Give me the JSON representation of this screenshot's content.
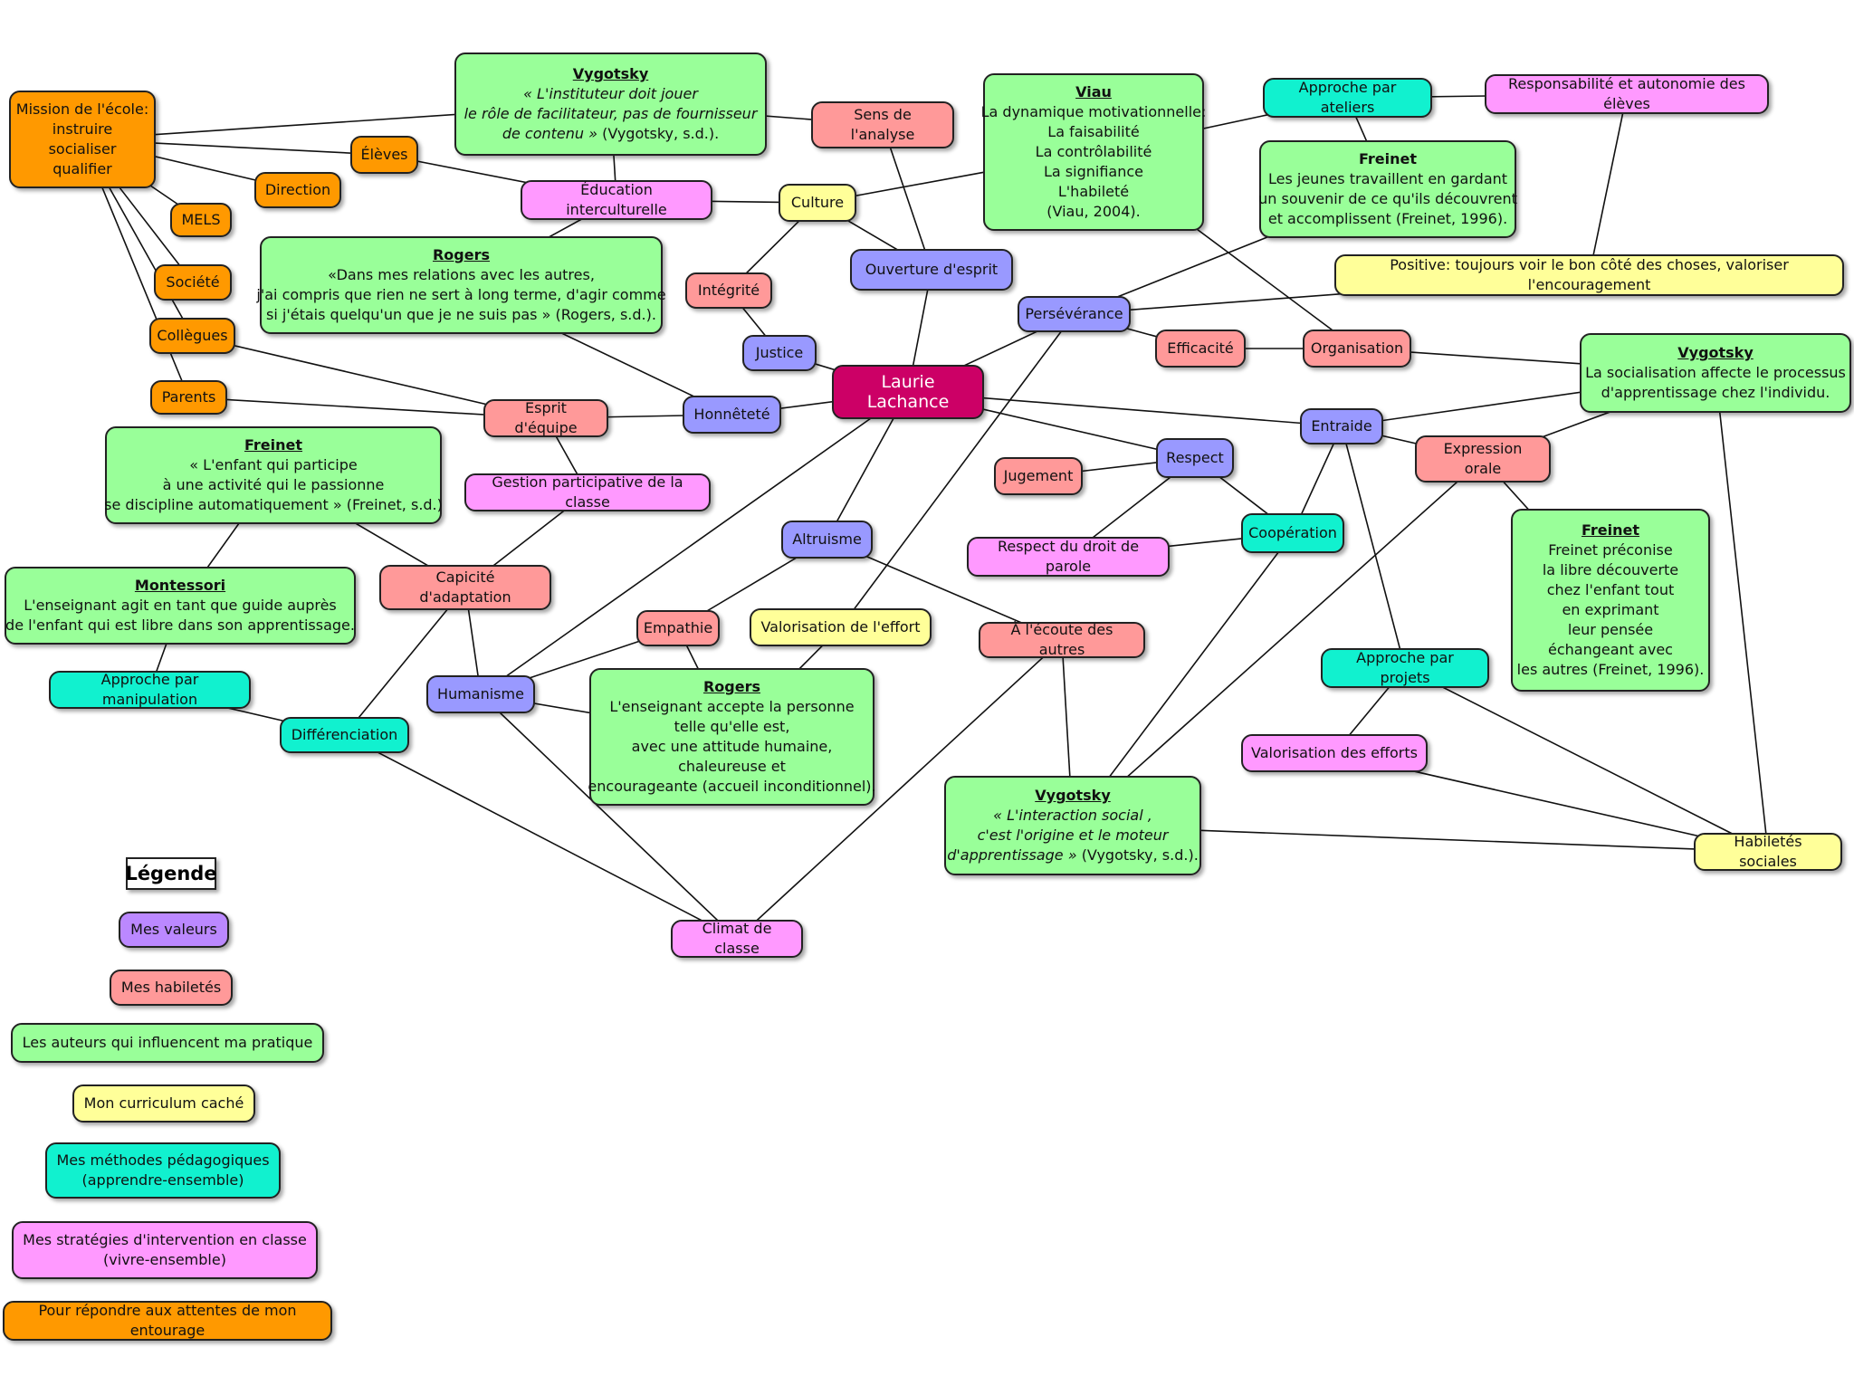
{
  "center": "Laurie Lachance",
  "nodes": {
    "mission": [
      "Mission de l'école:",
      "instruire",
      "socialiser",
      "qualifier"
    ],
    "vygotsky1": {
      "title": "Vygotsky",
      "lines": [
        "« L'instituteur doit jouer",
        "le rôle de facilitateur, pas de fournisseur",
        "de contenu »",
        "(Vygotsky, s.d.)."
      ]
    },
    "eleves": "Élèves",
    "direction": "Direction",
    "mels": "MELS",
    "societe": "Société",
    "collegues": "Collègues",
    "parents": "Parents",
    "sens_analyse": "Sens de l'analyse",
    "education_interculturelle": "Éducation interculturelle",
    "culture": "Culture",
    "ouverture": "Ouverture d'esprit",
    "viau": {
      "title": "Viau",
      "lines": [
        "La dynamique motivationnelle:",
        "La faisabilité",
        "La contrôlabilité",
        "La signifiance",
        "L'habileté",
        "(Viau, 2004)."
      ]
    },
    "ateliers": "Approche par ateliers",
    "responsabilite": "Responsabilité et autonomie des élèves",
    "freinet1": {
      "title": "Freinet",
      "lines": [
        "Les jeunes travaillent en gardant",
        "un souvenir de ce qu'ils découvrent",
        "et accomplissent (Freinet, 1996)."
      ]
    },
    "positive": "Positive: toujours voir le bon côté des choses, valoriser l'encouragement",
    "rogers1": {
      "title": "Rogers",
      "lines": [
        "«Dans mes relations avec les autres,",
        "j'ai compris que rien ne sert à long terme, d'agir comme",
        "si j'étais quelqu'un que je ne suis pas » (Rogers, s.d.)."
      ]
    },
    "integrite": "Intégrité",
    "justice": "Justice",
    "perseverance": "Persévérance",
    "efficacite": "Efficacité",
    "organisation": "Organisation",
    "vygotsky2": {
      "title": "Vygotsky",
      "lines": [
        "La socialisation affecte le processus",
        "d'apprentissage chez l'individu."
      ]
    },
    "esprit_equipe": "Esprit d'équipe",
    "honnetete": "Honnêteté",
    "entraide": "Entraide",
    "freinet2": {
      "title": "Freinet",
      "lines": [
        "« L'enfant qui participe",
        "à une activité qui le passionne",
        "se discipline automatiquement » (Freinet, s.d.)"
      ]
    },
    "gestion": "Gestion participative de la classe",
    "jugement": "Jugement",
    "respect": "Respect",
    "expression_orale": "Expression orale",
    "altruisme": "Altruisme",
    "cooperation": "Coopération",
    "freinet3": {
      "title": "Freinet",
      "lines": [
        "Freinet préconise",
        "la libre découverte",
        "chez l'enfant tout",
        "en exprimant",
        "leur pensée",
        "échangeant avec",
        "les autres (Freinet, 1996)."
      ]
    },
    "montessori": {
      "title": "Montessori",
      "lines": [
        "L'enseignant agit en tant que guide auprès",
        "de l'enfant qui est libre dans son apprentissage."
      ]
    },
    "adaptation": "Capicité d'adaptation",
    "respect_parole": "Respect du droit de parole",
    "empathie": "Empathie",
    "valorisation_effort": "Valorisation de l'effort",
    "ecoute": "À l'écoute des autres",
    "manipulation": "Approche par manipulation",
    "humanisme": "Humanisme",
    "rogers2": {
      "title": "Rogers",
      "lines": [
        "L'enseignant accepte la personne",
        "telle qu'elle est,",
        "avec une attitude humaine,",
        "chaleureuse et",
        "encourageante (accueil inconditionnel)."
      ]
    },
    "projets": "Approche par projets",
    "differenciation": "Différenciation",
    "valorisation_efforts": "Valorisation des efforts",
    "vygotsky3": {
      "title": "Vygotsky",
      "lines": [
        "« L'interaction social ,",
        "c'est l'origine et le moteur",
        "d'apprentissage »",
        "(Vygotsky, s.d.)."
      ]
    },
    "habiletes_sociales": "Habiletés sociales",
    "climat": "Climat de classe"
  },
  "legend": {
    "title": "Légende",
    "valeurs": "Mes valeurs",
    "habiletes": "Mes habiletés",
    "auteurs": "Les auteurs qui influencent ma pratique",
    "curriculum": "Mon curriculum caché",
    "methodes": [
      "Mes méthodes pédagogiques",
      "(apprendre-ensemble)"
    ],
    "strategies": [
      "Mes stratégies d'intervention en classe",
      "(vivre-ensemble)"
    ],
    "entourage": "Pour répondre aux attentes de mon entourage"
  },
  "colors": {
    "valeur": "#9999ff",
    "habilete": "#ff9999",
    "auteur": "#99ff99",
    "curriculum": "#ffff99",
    "methode": "#11f1cf",
    "strategie": "#ff99ff",
    "entourage": "#ff9900",
    "center": "#cc0066"
  },
  "edges": [
    [
      "mission",
      "vygotsky1"
    ],
    [
      "mission",
      "eleves"
    ],
    [
      "mission",
      "direction"
    ],
    [
      "mission",
      "mels"
    ],
    [
      "mission",
      "societe"
    ],
    [
      "mission",
      "collegues"
    ],
    [
      "mission",
      "parents"
    ],
    [
      "vygotsky1",
      "sens_analyse"
    ],
    [
      "vygotsky1",
      "education_interculturelle"
    ],
    [
      "eleves",
      "education_interculturelle"
    ],
    [
      "education_interculturelle",
      "culture"
    ],
    [
      "education_interculturelle",
      "rogers1"
    ],
    [
      "culture",
      "viau"
    ],
    [
      "culture",
      "integrite"
    ],
    [
      "culture",
      "ouverture"
    ],
    [
      "sens_analyse",
      "ouverture"
    ],
    [
      "ouverture",
      "center"
    ],
    [
      "viau",
      "ateliers"
    ],
    [
      "viau",
      "organisation"
    ],
    [
      "ateliers",
      "responsabilite"
    ],
    [
      "ateliers",
      "freinet1"
    ],
    [
      "responsabilite",
      "positive"
    ],
    [
      "freinet1",
      "perseverance"
    ],
    [
      "perseverance",
      "positive"
    ],
    [
      "perseverance",
      "center"
    ],
    [
      "perseverance",
      "efficacite"
    ],
    [
      "perseverance",
      "valorisation_effort"
    ],
    [
      "efficacite",
      "organisation"
    ],
    [
      "organisation",
      "vygotsky2"
    ],
    [
      "integrite",
      "justice"
    ],
    [
      "justice",
      "center"
    ],
    [
      "rogers1",
      "honnetete"
    ],
    [
      "collegues",
      "esprit_equipe"
    ],
    [
      "parents",
      "esprit_equipe"
    ],
    [
      "esprit_equipe",
      "honnetete"
    ],
    [
      "honnetete",
      "center"
    ],
    [
      "esprit_equipe",
      "gestion"
    ],
    [
      "gestion",
      "adaptation"
    ],
    [
      "freinet2",
      "adaptation"
    ],
    [
      "freinet2",
      "montessori"
    ],
    [
      "montessori",
      "manipulation"
    ],
    [
      "manipulation",
      "differenciation"
    ],
    [
      "adaptation",
      "differenciation"
    ],
    [
      "adaptation",
      "humanisme"
    ],
    [
      "center",
      "humanisme"
    ],
    [
      "center",
      "altruisme"
    ],
    [
      "center",
      "respect"
    ],
    [
      "center",
      "entraide"
    ],
    [
      "entraide",
      "vygotsky2"
    ],
    [
      "entraide",
      "cooperation"
    ],
    [
      "entraide",
      "projets"
    ],
    [
      "entraide",
      "expression_orale"
    ],
    [
      "vygotsky2",
      "expression_orale"
    ],
    [
      "vygotsky2",
      "habiletes_sociales"
    ],
    [
      "respect",
      "jugement"
    ],
    [
      "respect",
      "cooperation"
    ],
    [
      "respect",
      "respect_parole"
    ],
    [
      "respect_parole",
      "cooperation"
    ],
    [
      "cooperation",
      "vygotsky3"
    ],
    [
      "expression_orale",
      "freinet3"
    ],
    [
      "expression_orale",
      "vygotsky3"
    ],
    [
      "altruisme",
      "empathie"
    ],
    [
      "altruisme",
      "ecoute"
    ],
    [
      "empathie",
      "humanisme"
    ],
    [
      "empathie",
      "rogers2"
    ],
    [
      "humanisme",
      "rogers2"
    ],
    [
      "valorisation_effort",
      "rogers2"
    ],
    [
      "ecoute",
      "vygotsky3"
    ],
    [
      "ecoute",
      "climat"
    ],
    [
      "humanisme",
      "climat"
    ],
    [
      "differenciation",
      "climat"
    ],
    [
      "projets",
      "valorisation_efforts"
    ],
    [
      "projets",
      "habiletes_sociales"
    ],
    [
      "valorisation_efforts",
      "habiletes_sociales"
    ],
    [
      "vygotsky3",
      "habiletes_sociales"
    ]
  ]
}
